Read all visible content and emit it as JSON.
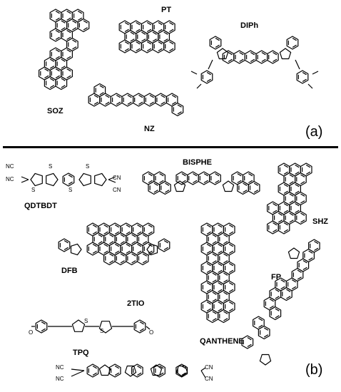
{
  "panels": {
    "a": "(a)",
    "b": "(b)"
  },
  "molecules": {
    "soz": "SOZ",
    "pt": "PT",
    "diph": "DIPh",
    "nz": "NZ",
    "qdtbdt": "QDTBDT",
    "bisphe": "BISPHE",
    "shz": "SHZ",
    "dfb": "DFB",
    "qanthene": "QANTHENE",
    "fp": "FP",
    "tio": "2TIO",
    "tpq": "TPQ"
  },
  "atoms": {
    "nitrile": "NC",
    "nitrile_r": "CN",
    "sulfur": "S",
    "oxygen": "O"
  }
}
